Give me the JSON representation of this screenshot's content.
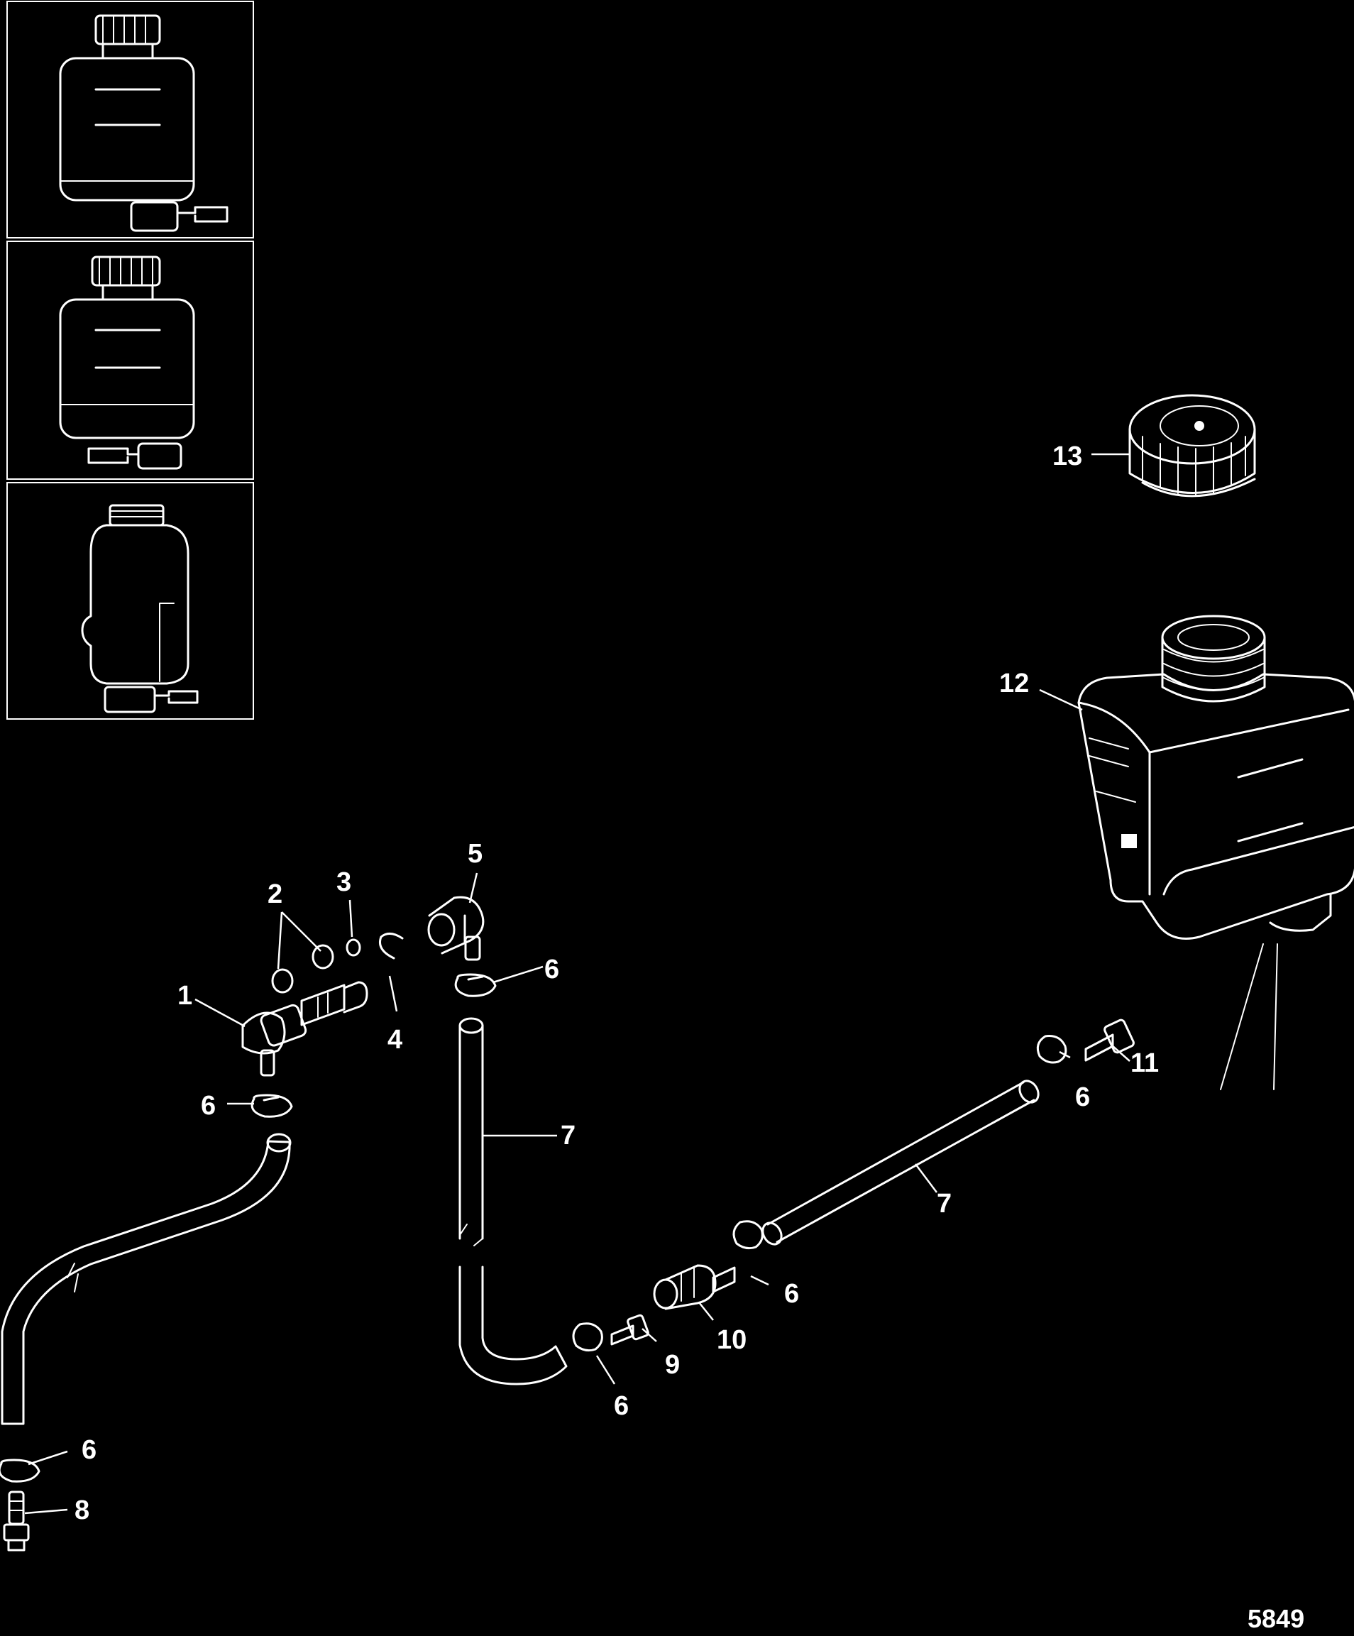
{
  "callouts": {
    "c1": "1",
    "c2": "2",
    "c3": "3",
    "c4": "4",
    "c5": "5",
    "c6": "6",
    "c7": "7",
    "c8": "8",
    "c9": "9",
    "c10": "10",
    "c11": "11",
    "c12": "12",
    "c13": "13"
  },
  "figure_number": "5849"
}
